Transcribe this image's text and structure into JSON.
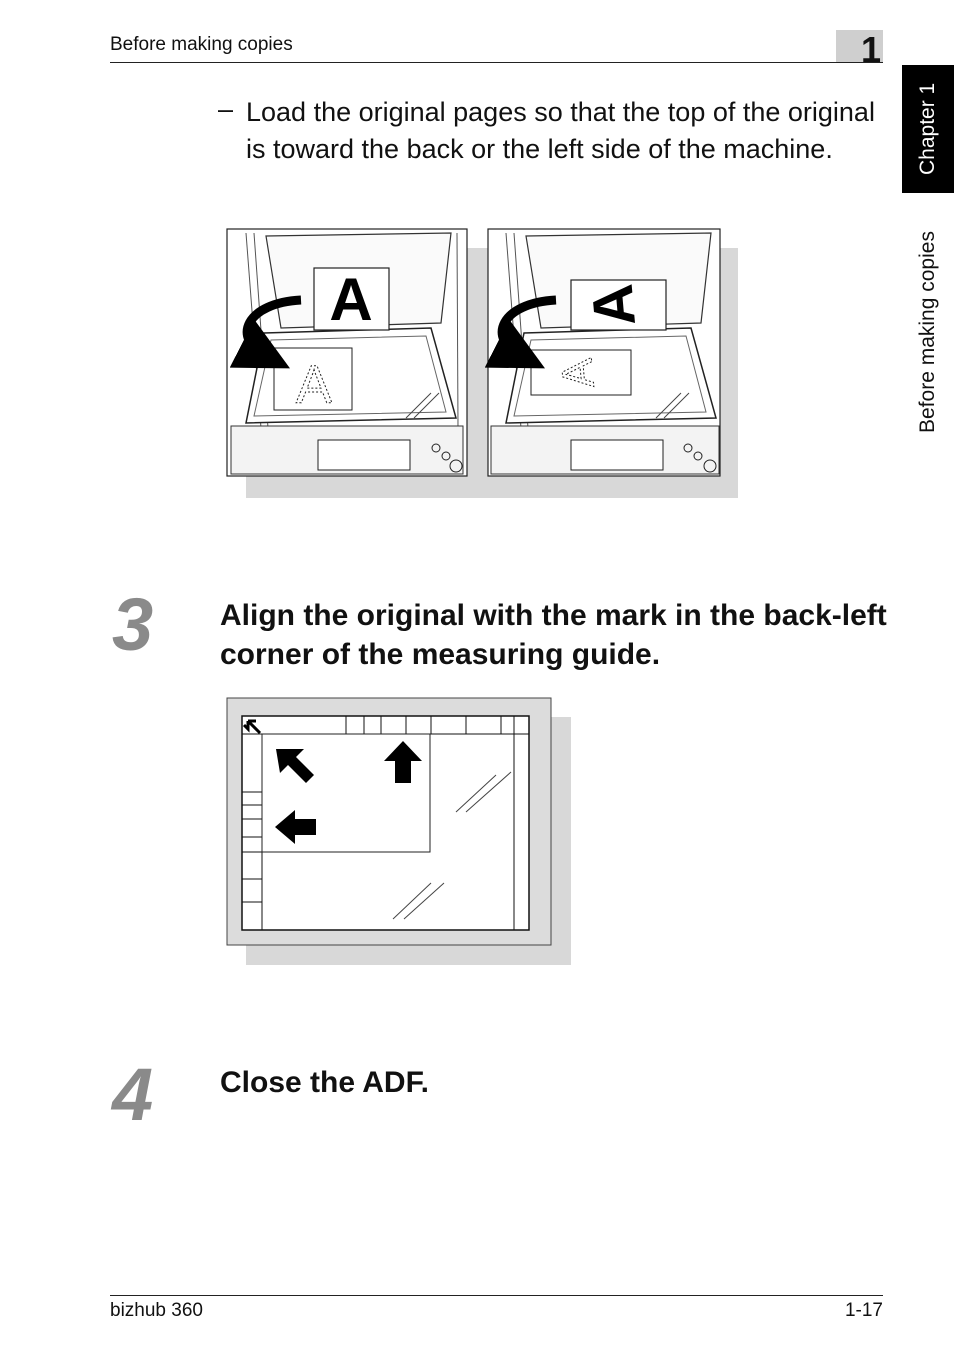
{
  "header": {
    "title": "Before making copies",
    "chapter_number": "1"
  },
  "side_tab": {
    "chapter": "Chapter 1",
    "section": "Before making copies"
  },
  "bullet": {
    "dash": "–",
    "text": "Load the original pages so that the top of the original is toward the back or the left side of the machine."
  },
  "figure1": {
    "left_letter": "A",
    "right_letter": "A"
  },
  "step3": {
    "number": "3",
    "text": "Align the original with the mark in the back-left corner of the measuring guide."
  },
  "step4": {
    "number": "4",
    "text": "Close the ADF."
  },
  "footer": {
    "model": "bizhub 360",
    "page": "1-17"
  }
}
